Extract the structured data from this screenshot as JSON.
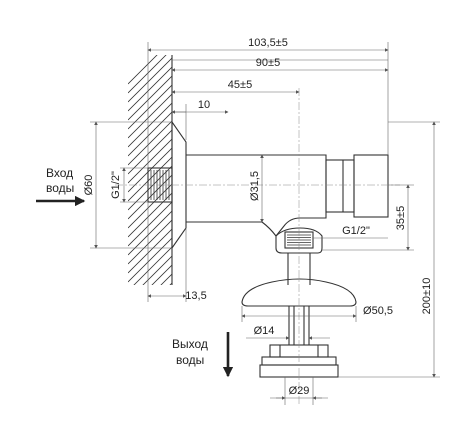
{
  "dimensions": {
    "overall_length": "103,5±5",
    "spout_length": "90±5",
    "axis_offset": "45±5",
    "flange_thickness": "10",
    "flange_diameter": "Ø60",
    "inlet_thread": "G1/2\"",
    "body_diameter": "Ø31,5",
    "outlet_thread": "G1/2\"",
    "outlet_height": "35±5",
    "inlet_protrusion": "13,5",
    "cap_diameter": "Ø50,5",
    "total_height": "200±10",
    "stem_diameter": "Ø14",
    "base_diameter": "Ø29"
  },
  "labels": {
    "inlet_line1": "Вход",
    "inlet_line2": "воды",
    "outlet_line1": "Выход",
    "outlet_line2": "воды"
  }
}
